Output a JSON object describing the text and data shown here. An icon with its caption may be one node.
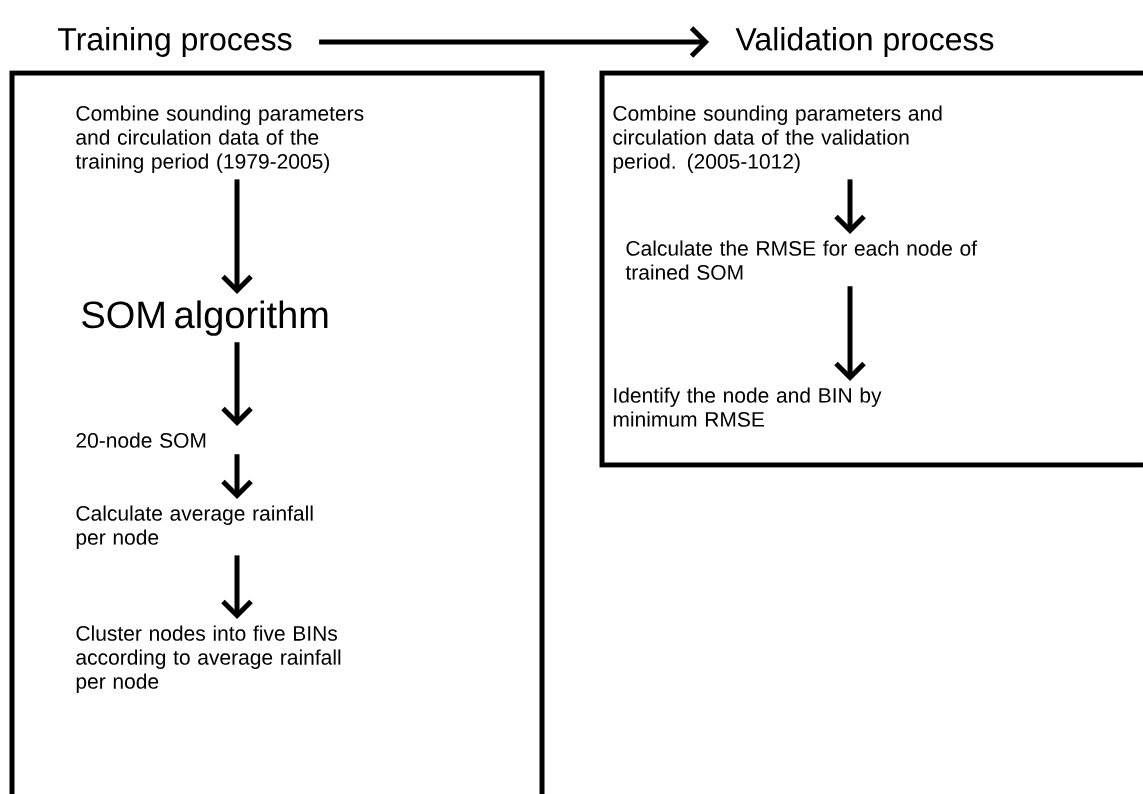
{
  "diagram": {
    "nodes": [
      {
        "text": [
          "Training process"
        ]
      },
      {
        "text": [
          "Validation process"
        ]
      },
      {
        "text": [],
        "shape": "box"
      },
      {
        "text": [
          "Combine sounding parameters and circulation data of the training period (1979-2005)"
        ],
        "in": 2
      },
      {
        "text": [
          "SOM algorithm"
        ],
        "in": 2
      },
      {
        "text": [
          "20-node SOM"
        ],
        "in": 2
      },
      {
        "text": [
          "Calculate average rainfall per node"
        ],
        "in": 2
      },
      {
        "text": [
          "Cluster nodes into five BINs according to average rainfall per node"
        ],
        "in": 2
      },
      {
        "text": [],
        "shape": "box"
      },
      {
        "text": [
          "Combine sounding parameters and circulation data of the validation period. (2005-1012)"
        ],
        "in": 8
      },
      {
        "text": [
          "Calculate the RMSE for each node of trained SOM"
        ],
        "in": 8
      },
      {
        "text": [
          "Identify the node and BIN by minimum RMSE"
        ],
        "in": 8
      }
    ],
    "edges": [
      {
        "from": 0,
        "to": 1,
        "arrow": "to"
      },
      {
        "from": 3,
        "to": 4,
        "arrow": "to"
      },
      {
        "from": 4,
        "to": 5,
        "arrow": "to"
      },
      {
        "from": 5,
        "to": 6,
        "arrow": "to"
      },
      {
        "from": 6,
        "to": 7,
        "arrow": "to"
      },
      {
        "from": 9,
        "to": 10,
        "arrow": "to"
      },
      {
        "from": 10,
        "to": 11,
        "arrow": "to"
      }
    ]
  }
}
